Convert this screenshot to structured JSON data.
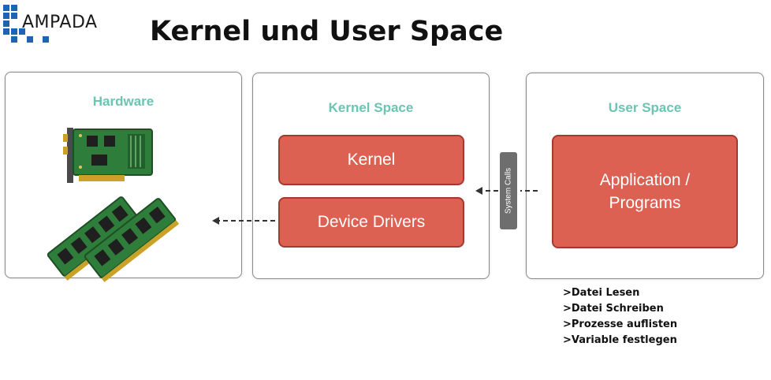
{
  "logo": {
    "text": "AMPADA"
  },
  "title": "Kernel und User Space",
  "panels": {
    "hardware": {
      "title": "Hardware"
    },
    "kernel_space": {
      "title": "Kernel Space",
      "boxes": [
        "Kernel",
        "Device Drivers"
      ]
    },
    "user_space": {
      "title": "User Space",
      "box": {
        "line1": "Application /",
        "line2": "Programs"
      }
    }
  },
  "connector": {
    "label": "System Calls"
  },
  "user_actions": [
    ">Datei Lesen",
    ">Datei Schreiben",
    ">Prozesse auflisten",
    ">Variable festlegen"
  ],
  "colors": {
    "accent_title": "#6cc4b2",
    "box_fill": "#dd6153",
    "box_border": "#a33a30",
    "logo_blue": "#1f63b5",
    "connector_gray": "#6e6e6e",
    "pcb_green": "#2f7d3a"
  }
}
